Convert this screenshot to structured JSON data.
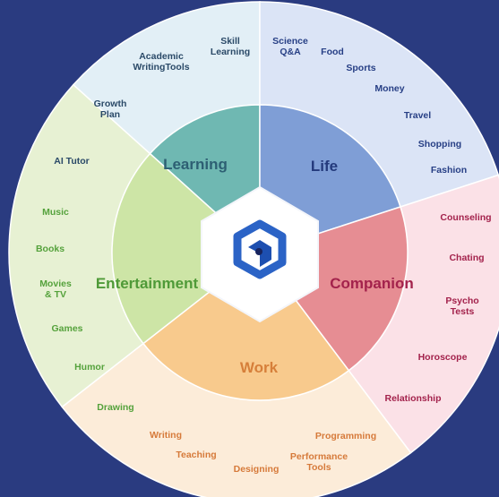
{
  "center_logo": {
    "icon": "cube-logo-icon"
  },
  "categories": [
    {
      "name": "Learning",
      "color": "#6fb8b2",
      "ring_color": "#e2eff6",
      "label_color": "#2d5f73",
      "item_color": "#2b4a68",
      "items": [
        "Skill Learning",
        "Academic WritingTools",
        "Growth Plan",
        "AI Tutor"
      ]
    },
    {
      "name": "Life",
      "color": "#7f9ed6",
      "ring_color": "#dbe4f6",
      "label_color": "#243a7c",
      "item_color": "#273f85",
      "items": [
        "Science Q&A",
        "Food",
        "Sports",
        "Money",
        "Travel",
        "Shopping",
        "Fashion"
      ]
    },
    {
      "name": "Companion",
      "color": "#e68d93",
      "ring_color": "#fbe1e7",
      "label_color": "#a3224c",
      "item_color": "#a3224c",
      "items": [
        "Counseling",
        "Chating",
        "Psycho Tests",
        "Horoscope",
        "Relationship"
      ]
    },
    {
      "name": "Work",
      "color": "#f8ca8d",
      "ring_color": "#fcecd9",
      "label_color": "#d67f3a",
      "item_color": "#d67a3a",
      "items": [
        "Writing",
        "Teaching",
        "Designing",
        "Performance Tools",
        "Programming"
      ]
    },
    {
      "name": "Entertainment",
      "color": "#cde5a6",
      "ring_color": "#e7f1d3",
      "label_color": "#4f9a38",
      "item_color": "#55a23c",
      "items": [
        "Music",
        "Books",
        "Movies & TV",
        "Games",
        "Humor",
        "Drawing"
      ]
    }
  ]
}
